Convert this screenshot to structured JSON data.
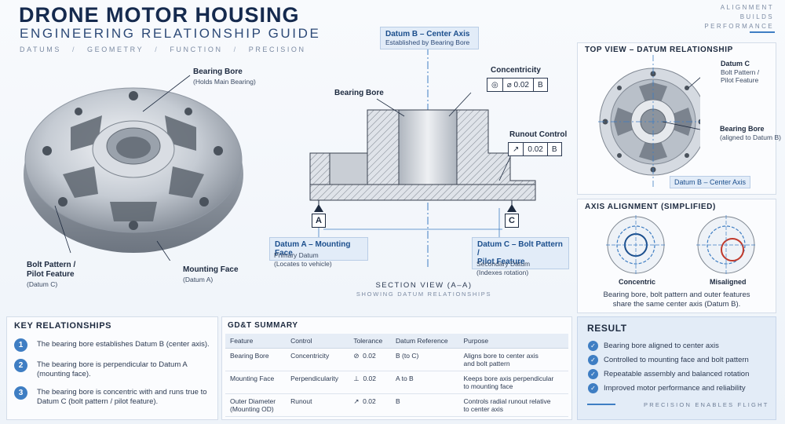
{
  "header": {
    "title": "DRONE MOTOR HOUSING",
    "subtitle": "ENGINEERING RELATIONSHIP GUIDE",
    "tags": [
      "DATUMS",
      "GEOMETRY",
      "FUNCTION",
      "PRECISION"
    ],
    "corner": [
      "ALIGNMENT",
      "BUILDS",
      "PERFORMANCE"
    ]
  },
  "photo": {
    "bore_label": "Bearing Bore",
    "bore_sub": "(Holds Main Bearing)",
    "bolt_label1": "Bolt Pattern /",
    "bolt_label2": "Pilot Feature",
    "bolt_sub": "(Datum C)",
    "face_label": "Mounting Face",
    "face_sub": "(Datum A)"
  },
  "section": {
    "datum_b_title": "Datum B – Center Axis",
    "datum_b_sub": "Established by Bearing Bore",
    "bore_label": "Bearing Bore",
    "conc_label": "Concentricity",
    "conc_frame": [
      "◎",
      "⌀ 0.02",
      "B"
    ],
    "runout_label": "Runout Control",
    "runout_frame": [
      "↗",
      "0.02",
      "B"
    ],
    "datum_a_letter": "A",
    "datum_c_letter": "C",
    "datum_a_title": "Datum A – Mounting Face",
    "datum_a_sub1": "Primary Datum",
    "datum_a_sub2": "(Locates to vehicle)",
    "datum_c_title1": "Datum C – Bolt Pattern /",
    "datum_c_title2": "Pilot Feature",
    "datum_c_sub1": "Secondary Datum",
    "datum_c_sub2": "(Indexes rotation)",
    "view_title": "SECTION VIEW (A–A)",
    "view_sub": "SHOWING DATUM RELATIONSHIPS"
  },
  "top_view": {
    "title": "TOP VIEW – DATUM RELATIONSHIP",
    "datum_c1": "Datum C",
    "datum_c2": "Bolt Pattern /",
    "datum_c3": "Pilot Feature",
    "bore1": "Bearing Bore",
    "bore2": "(aligned to Datum B)",
    "datum_b": "Datum B – Center Axis"
  },
  "axis": {
    "title": "AXIS ALIGNMENT (SIMPLIFIED)",
    "left": "Concentric",
    "right": "Misaligned",
    "note1": "Bearing bore, bolt pattern and outer features",
    "note2": "share the same center axis (Datum B)."
  },
  "key": {
    "title": "KEY RELATIONSHIPS",
    "items": [
      {
        "n": "1",
        "l1": "The bearing bore establishes Datum B (center axis).",
        "l2": ""
      },
      {
        "n": "2",
        "l1": "The bearing bore is perpendicular to Datum A",
        "l2": "(mounting face)."
      },
      {
        "n": "3",
        "l1": "The bearing bore is concentric with and runs true to",
        "l2": "Datum C (bolt pattern / pilot feature)."
      }
    ]
  },
  "gdt": {
    "title": "GD&T SUMMARY",
    "headers": [
      "Feature",
      "Control",
      "Tolerance",
      "Datum Reference",
      "Purpose"
    ],
    "rows": [
      {
        "f1": "Bearing Bore",
        "f2": "",
        "c": "Concentricity",
        "sym": "⊘",
        "tol": "0.02",
        "d": "B (to C)",
        "p1": "Aligns bore to center axis",
        "p2": "and bolt pattern"
      },
      {
        "f1": "Mounting Face",
        "f2": "",
        "c": "Perpendicularity",
        "sym": "⊥",
        "tol": "0.02",
        "d": "A to B",
        "p1": "Keeps bore axis perpendicular",
        "p2": "to mounting face"
      },
      {
        "f1": "Outer Diameter",
        "f2": "(Mounting OD)",
        "c": "Runout",
        "sym": "↗",
        "tol": "0.02",
        "d": "B",
        "p1": "Controls radial runout relative",
        "p2": "to center axis"
      }
    ]
  },
  "result": {
    "title": "RESULT",
    "items": [
      "Bearing bore aligned to center axis",
      "Controlled to mounting face and bolt pattern",
      "Repeatable assembly and balanced rotation",
      "Improved motor performance and reliability"
    ],
    "footer": "PRECISION ENABLES FLIGHT"
  }
}
